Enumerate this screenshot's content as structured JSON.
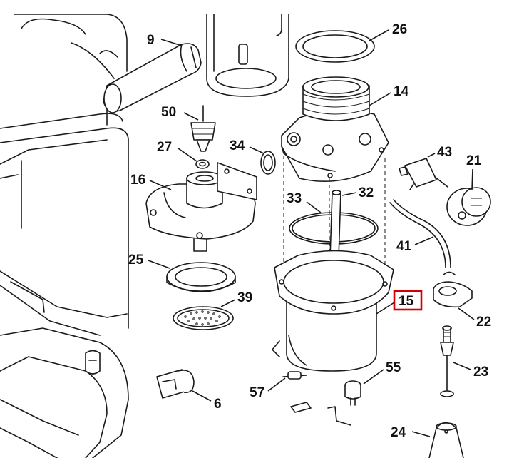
{
  "diagram": {
    "highlight_color": "#d40000",
    "highlighted_part": "15",
    "part_labels": {
      "p9": "9",
      "p26": "26",
      "p14": "14",
      "p50": "50",
      "p27": "27",
      "p34": "34",
      "p43": "43",
      "p21": "21",
      "p16": "16",
      "p33": "33",
      "p32": "32",
      "p41": "41",
      "p25": "25",
      "p15": "15",
      "p39": "39",
      "p22": "22",
      "p23": "23",
      "p55": "55",
      "p57": "57",
      "p6": "6",
      "p24": "24"
    }
  }
}
